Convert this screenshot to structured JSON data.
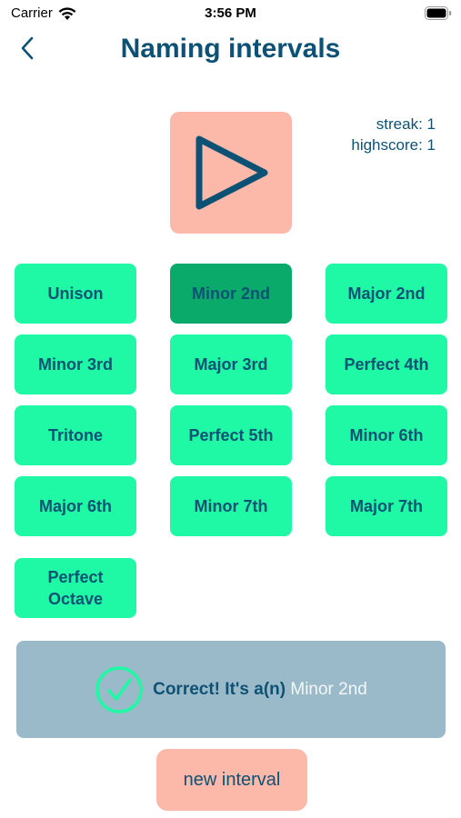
{
  "status_bar": {
    "carrier": "Carrier",
    "time": "3:56 PM"
  },
  "nav": {
    "title": "Naming intervals",
    "back_icon": "chevron-left-icon"
  },
  "stats": {
    "streak": "streak: 1",
    "highscore": "highscore: 1"
  },
  "play_icon": "play-icon",
  "intervals": [
    {
      "label": "Unison",
      "selected": false
    },
    {
      "label": "Minor 2nd",
      "selected": true
    },
    {
      "label": "Major 2nd",
      "selected": false
    },
    {
      "label": "Minor 3rd",
      "selected": false
    },
    {
      "label": "Major 3rd",
      "selected": false
    },
    {
      "label": "Perfect 4th",
      "selected": false
    },
    {
      "label": "Tritone",
      "selected": false
    },
    {
      "label": "Perfect 5th",
      "selected": false
    },
    {
      "label": "Minor 6th",
      "selected": false
    },
    {
      "label": "Major 6th",
      "selected": false
    },
    {
      "label": "Minor 7th",
      "selected": false
    },
    {
      "label": "Major 7th",
      "selected": false
    },
    {
      "label": "Perfect Octave",
      "selected": false
    }
  ],
  "feedback": {
    "icon": "check-circle-icon",
    "prefix": "Correct! It's a(n)",
    "answer": "Minor 2nd"
  },
  "new_interval_label": "new interval",
  "colors": {
    "primary_text": "#0d5274",
    "interval_button": "#1ff8a4",
    "interval_selected": "#0aab6a",
    "salmon": "#fcb8a8",
    "feedback_bg": "#9bbac9"
  }
}
